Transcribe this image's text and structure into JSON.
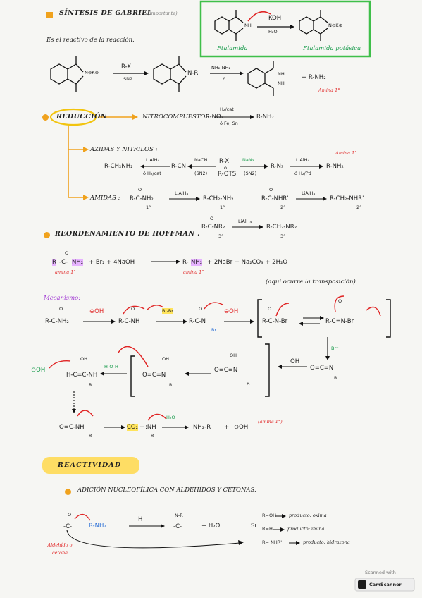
{
  "gabriel": {
    "title": "SÍNTESIS DE GABRIEL",
    "note": "(importante)",
    "subtitle": "Es el reactivo de la reacción.",
    "koh": "KOH",
    "h2o": "H₂O",
    "ftalamida": "Ftalamida",
    "ftalamida_potasica": "Ftalamida potásica",
    "nk": "N⊖K⊕",
    "nh": "NH",
    "rx": "R-X",
    "sn2": "SN2",
    "nr": "N-R",
    "hydrazine": "NH₂-NH₂",
    "delta": "Δ",
    "nh_top": "NH",
    "nh_bottom": "NH",
    "plus_rnh2": "+ R-NH₂",
    "amina1": "Amina 1°"
  },
  "reduccion": {
    "label": "REDUCCIÓN",
    "nitro_label": "NITROCOMPUESTOS :",
    "nitro_reactant": "R-NO₂",
    "nitro_cond_top": "H₂/cat",
    "nitro_cond_bottom": "ó Fe, Sn",
    "nitro_product": "R-NH₂",
    "azidas_label": "AZIDAS Y NITRILOS :",
    "amina1": "Amina 1°",
    "chain": [
      "R-CH₂NH₂",
      "LiAlH₄",
      "ó H₂/cat",
      "R-CN",
      "NaCN",
      "(SN2)",
      "R-X",
      "ó",
      "R-OTS",
      "NaN₃",
      "(SN2)",
      "R-N₃",
      "LiAlH₄",
      "ó H₂/Pd",
      "R-NH₂"
    ],
    "amidas_label": "AMIDAS :",
    "amidas": [
      "R-C-NH₂",
      "1°",
      "LiAlH₄",
      "R-CH₂-NH₂",
      "1°",
      "R-C-NHR'",
      "2°",
      "LiAlH₄",
      "R-CH₂-NHR'",
      "2°",
      "R-C-NR₂",
      "3°",
      "LiAlH₄",
      "R-CH₂-NR₂",
      "3°"
    ],
    "o_mark": "O"
  },
  "hoffman": {
    "label": "REORDENAMIENTO DE HOFFMAN .",
    "r": "R",
    "c": "-C-",
    "nh2": "NH₂",
    "o": "O",
    "rest": "+ Br₂ + 4NaOH",
    "product_r": "R-",
    "product_nh2": "NH₂",
    "byproducts": "+ 2NaBr + Na₂CO₃ + 2H₂O",
    "amina1_left": "amina 1°",
    "amina1_right": "amina 1°",
    "note": "(aquí ocurre la transposición)"
  },
  "mecanismo": {
    "label": "Mecanismo:",
    "oh": "⊖OH",
    "br2": "Br-Br",
    "br": "Br",
    "row1": [
      "R-C-NH₂",
      "R-C-NH",
      "R-C-N",
      "R-C-N-Br",
      "R-C=N-Br"
    ],
    "row2": [
      "⊖OH",
      "H-O-H",
      "H-C=C-NH",
      "R",
      "O=C=N",
      "R",
      "O=C=N",
      "R",
      "OH⁻",
      "O=C=N",
      "R"
    ],
    "row3": [
      "O=C-NH",
      "R",
      "CO₂",
      "+",
      ":NH",
      "R",
      "H₂O",
      "NH₂-R",
      "+",
      "⊖OH",
      "(amina 1°)"
    ],
    "ohmark": "OH",
    "br_minus": "Br⁻"
  },
  "reactividad": {
    "label": "REACTIVIDAD",
    "subtitle": "ADICIÓN NUCLEOFÍLICA CON ALDEHÍDOS Y CETONAS.",
    "aldehido": "Aldehído o cetona",
    "nucleophile": "R-NH₂",
    "hplus": "H⁺",
    "nr": "N-R",
    "water": "+ H₂O",
    "si": "Si",
    "cases": [
      {
        "cond": "R=OH",
        "arrow": "→",
        "prod": "producto: oxima"
      },
      {
        "cond": "R=H",
        "arrow": "→",
        "prod": "producto: imina"
      },
      {
        "cond": "R= NHR'",
        "arrow": "→",
        "prod": "producto: hidrazona"
      }
    ]
  },
  "scanner": {
    "scanned": "Scanned with",
    "app": "CamScanner"
  }
}
